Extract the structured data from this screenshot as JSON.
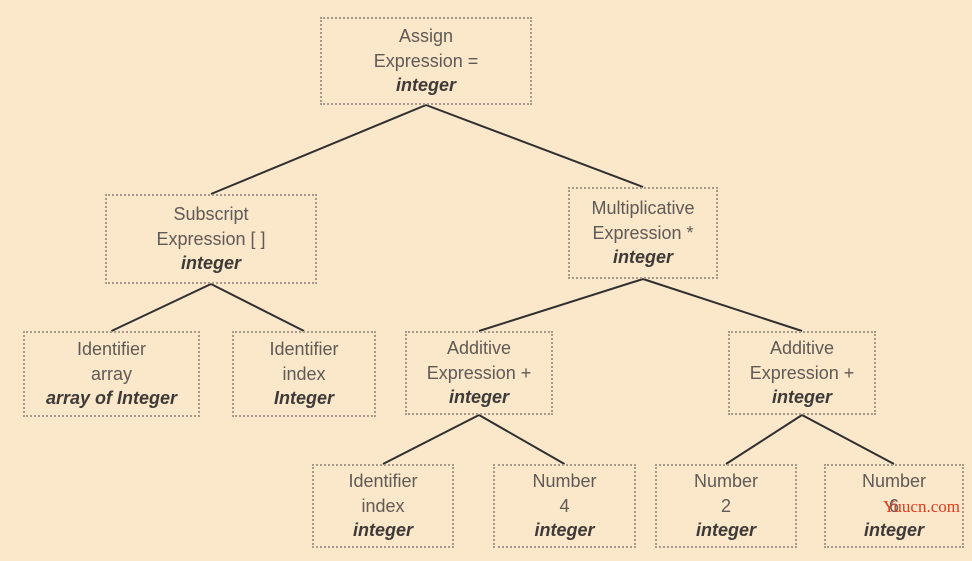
{
  "nodes": {
    "assign": {
      "kind": "Assign",
      "detail": "Expression =",
      "type": "integer"
    },
    "subscript": {
      "kind": "Subscript",
      "detail": "Expression [ ]",
      "type": "integer"
    },
    "mult": {
      "kind": "Multiplicative",
      "detail": "Expression *",
      "type": "integer"
    },
    "id_array": {
      "kind": "Identifier",
      "detail": "array",
      "type": "array of Integer"
    },
    "id_index1": {
      "kind": "Identifier",
      "detail": "index",
      "type": "Integer"
    },
    "add1": {
      "kind": "Additive",
      "detail": "Expression +",
      "type": "integer"
    },
    "add2": {
      "kind": "Additive",
      "detail": "Expression +",
      "type": "integer"
    },
    "id_index2": {
      "kind": "Identifier",
      "detail": "index",
      "type": "integer"
    },
    "num4": {
      "kind": "Number",
      "detail": "4",
      "type": "integer"
    },
    "num2": {
      "kind": "Number",
      "detail": "2",
      "type": "integer"
    },
    "num6": {
      "kind": "Number",
      "detail": "6",
      "type": "integer"
    }
  },
  "edges": [
    [
      "assign",
      "subscript"
    ],
    [
      "assign",
      "mult"
    ],
    [
      "subscript",
      "id_array"
    ],
    [
      "subscript",
      "id_index1"
    ],
    [
      "mult",
      "add1"
    ],
    [
      "mult",
      "add2"
    ],
    [
      "add1",
      "id_index2"
    ],
    [
      "add1",
      "num4"
    ],
    [
      "add2",
      "num2"
    ],
    [
      "add2",
      "num6"
    ]
  ],
  "colors": {
    "background": "#fbe7c9",
    "edge": "#2f2f2f",
    "border": "#a89a8a",
    "watermark": "#e03a1e"
  },
  "watermark": "Yuucn.com"
}
